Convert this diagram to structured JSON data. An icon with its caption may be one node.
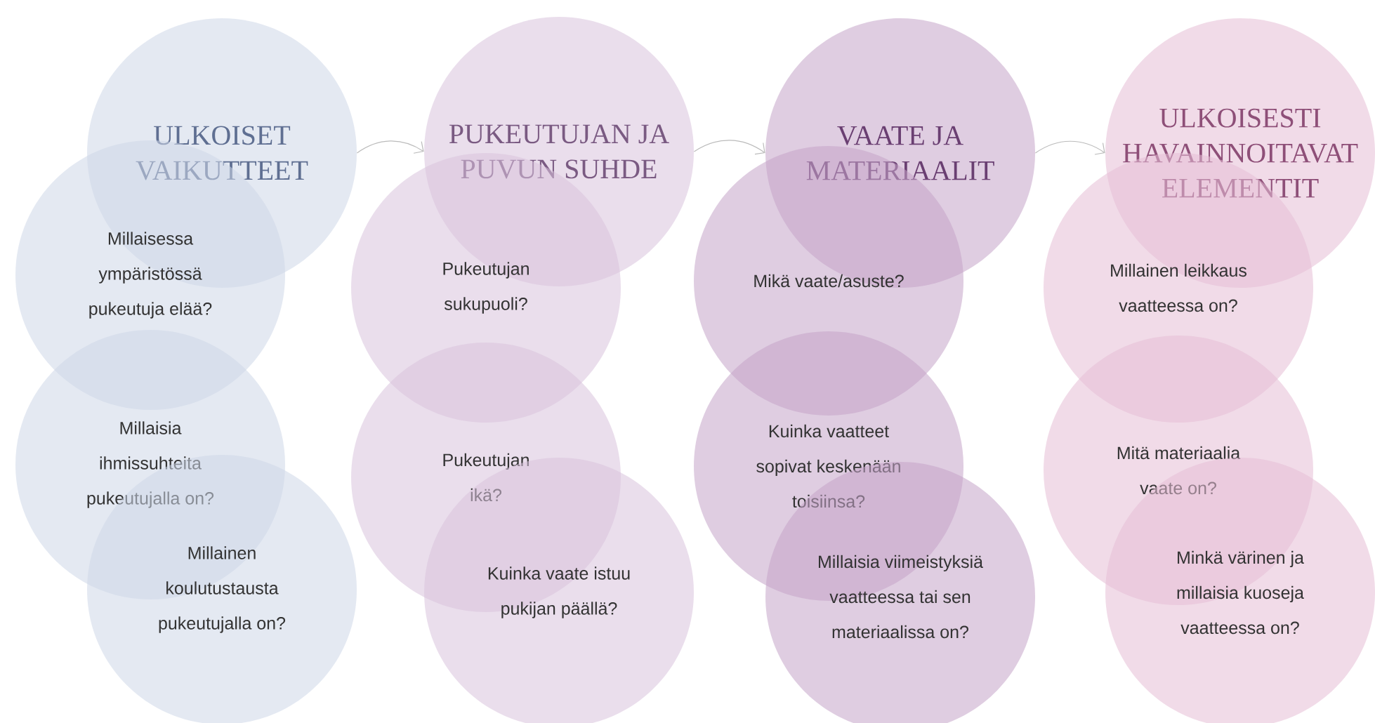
{
  "diagram": {
    "nodes": [
      {
        "text": [
          "ULKOISET VAIKUTTEET"
        ]
      },
      {
        "text": [
          "Millaisessa ympäristössä pukeutuja elää?"
        ]
      },
      {
        "text": [
          "Millaisia ihmissuhteita pukeutujalla on?"
        ]
      },
      {
        "text": [
          "Millainen koulutustausta pukeutujalla on?"
        ]
      },
      {
        "text": [
          "PUKEUTUJAN JA PUVUN SUHDE"
        ]
      },
      {
        "text": [
          "Pukeutujan sukupuoli?"
        ]
      },
      {
        "text": [
          "Pukeutujan ikä?"
        ]
      },
      {
        "text": [
          "Kuinka vaate istuu pukijan päällä?"
        ]
      },
      {
        "text": [
          "VAATE JA MATERIAALIT"
        ]
      },
      {
        "text": [
          "Mikä vaate/asuste?"
        ]
      },
      {
        "text": [
          "Kuinka vaatteet sopivat keskenään toisiinsa?"
        ]
      },
      {
        "text": [
          "Millaisia viimeistyksiä vaatteessa tai sen materiaalissa on?"
        ]
      },
      {
        "text": [
          "ULKOISESTI HAVAINNOITAVAT ELEMENTIT"
        ]
      },
      {
        "text": [
          "Millainen leikkaus vaatteessa on?"
        ]
      },
      {
        "text": [
          "Mitä materiaalia vaate on?"
        ]
      },
      {
        "text": [
          "Minkä värinen ja millaisia kuoseja vaatteessa on?"
        ]
      }
    ],
    "edges": [
      {
        "from": 0,
        "to": 4,
        "arrow": "to"
      },
      {
        "from": 4,
        "to": 8,
        "arrow": "to"
      },
      {
        "from": 8,
        "to": 12,
        "arrow": "to"
      }
    ]
  }
}
